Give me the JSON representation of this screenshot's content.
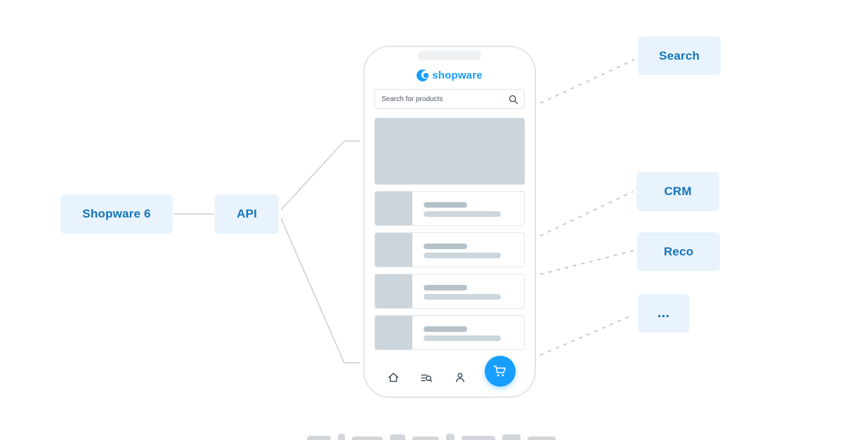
{
  "diagram": {
    "nodes": {
      "shopware6": {
        "label": "Shopware 6"
      },
      "api": {
        "label": "API"
      },
      "search": {
        "label": "Search"
      },
      "crm": {
        "label": "CRM"
      },
      "reco": {
        "label": "Reco"
      },
      "more": {
        "label": "..."
      }
    }
  },
  "phone": {
    "brand": {
      "logo_text": "shopware"
    },
    "search": {
      "placeholder": "Search for products"
    },
    "nav": {
      "icons": [
        "home-icon",
        "category-search-icon",
        "account-icon",
        "cart-icon"
      ]
    },
    "product_items_count": 4
  },
  "colors": {
    "accent_blue": "#189eff",
    "node_background": "#e8f3fd",
    "node_text": "#1374b9",
    "placeholder_gray": "#ccd5dc",
    "connector_gray": "#c6cbd1"
  }
}
